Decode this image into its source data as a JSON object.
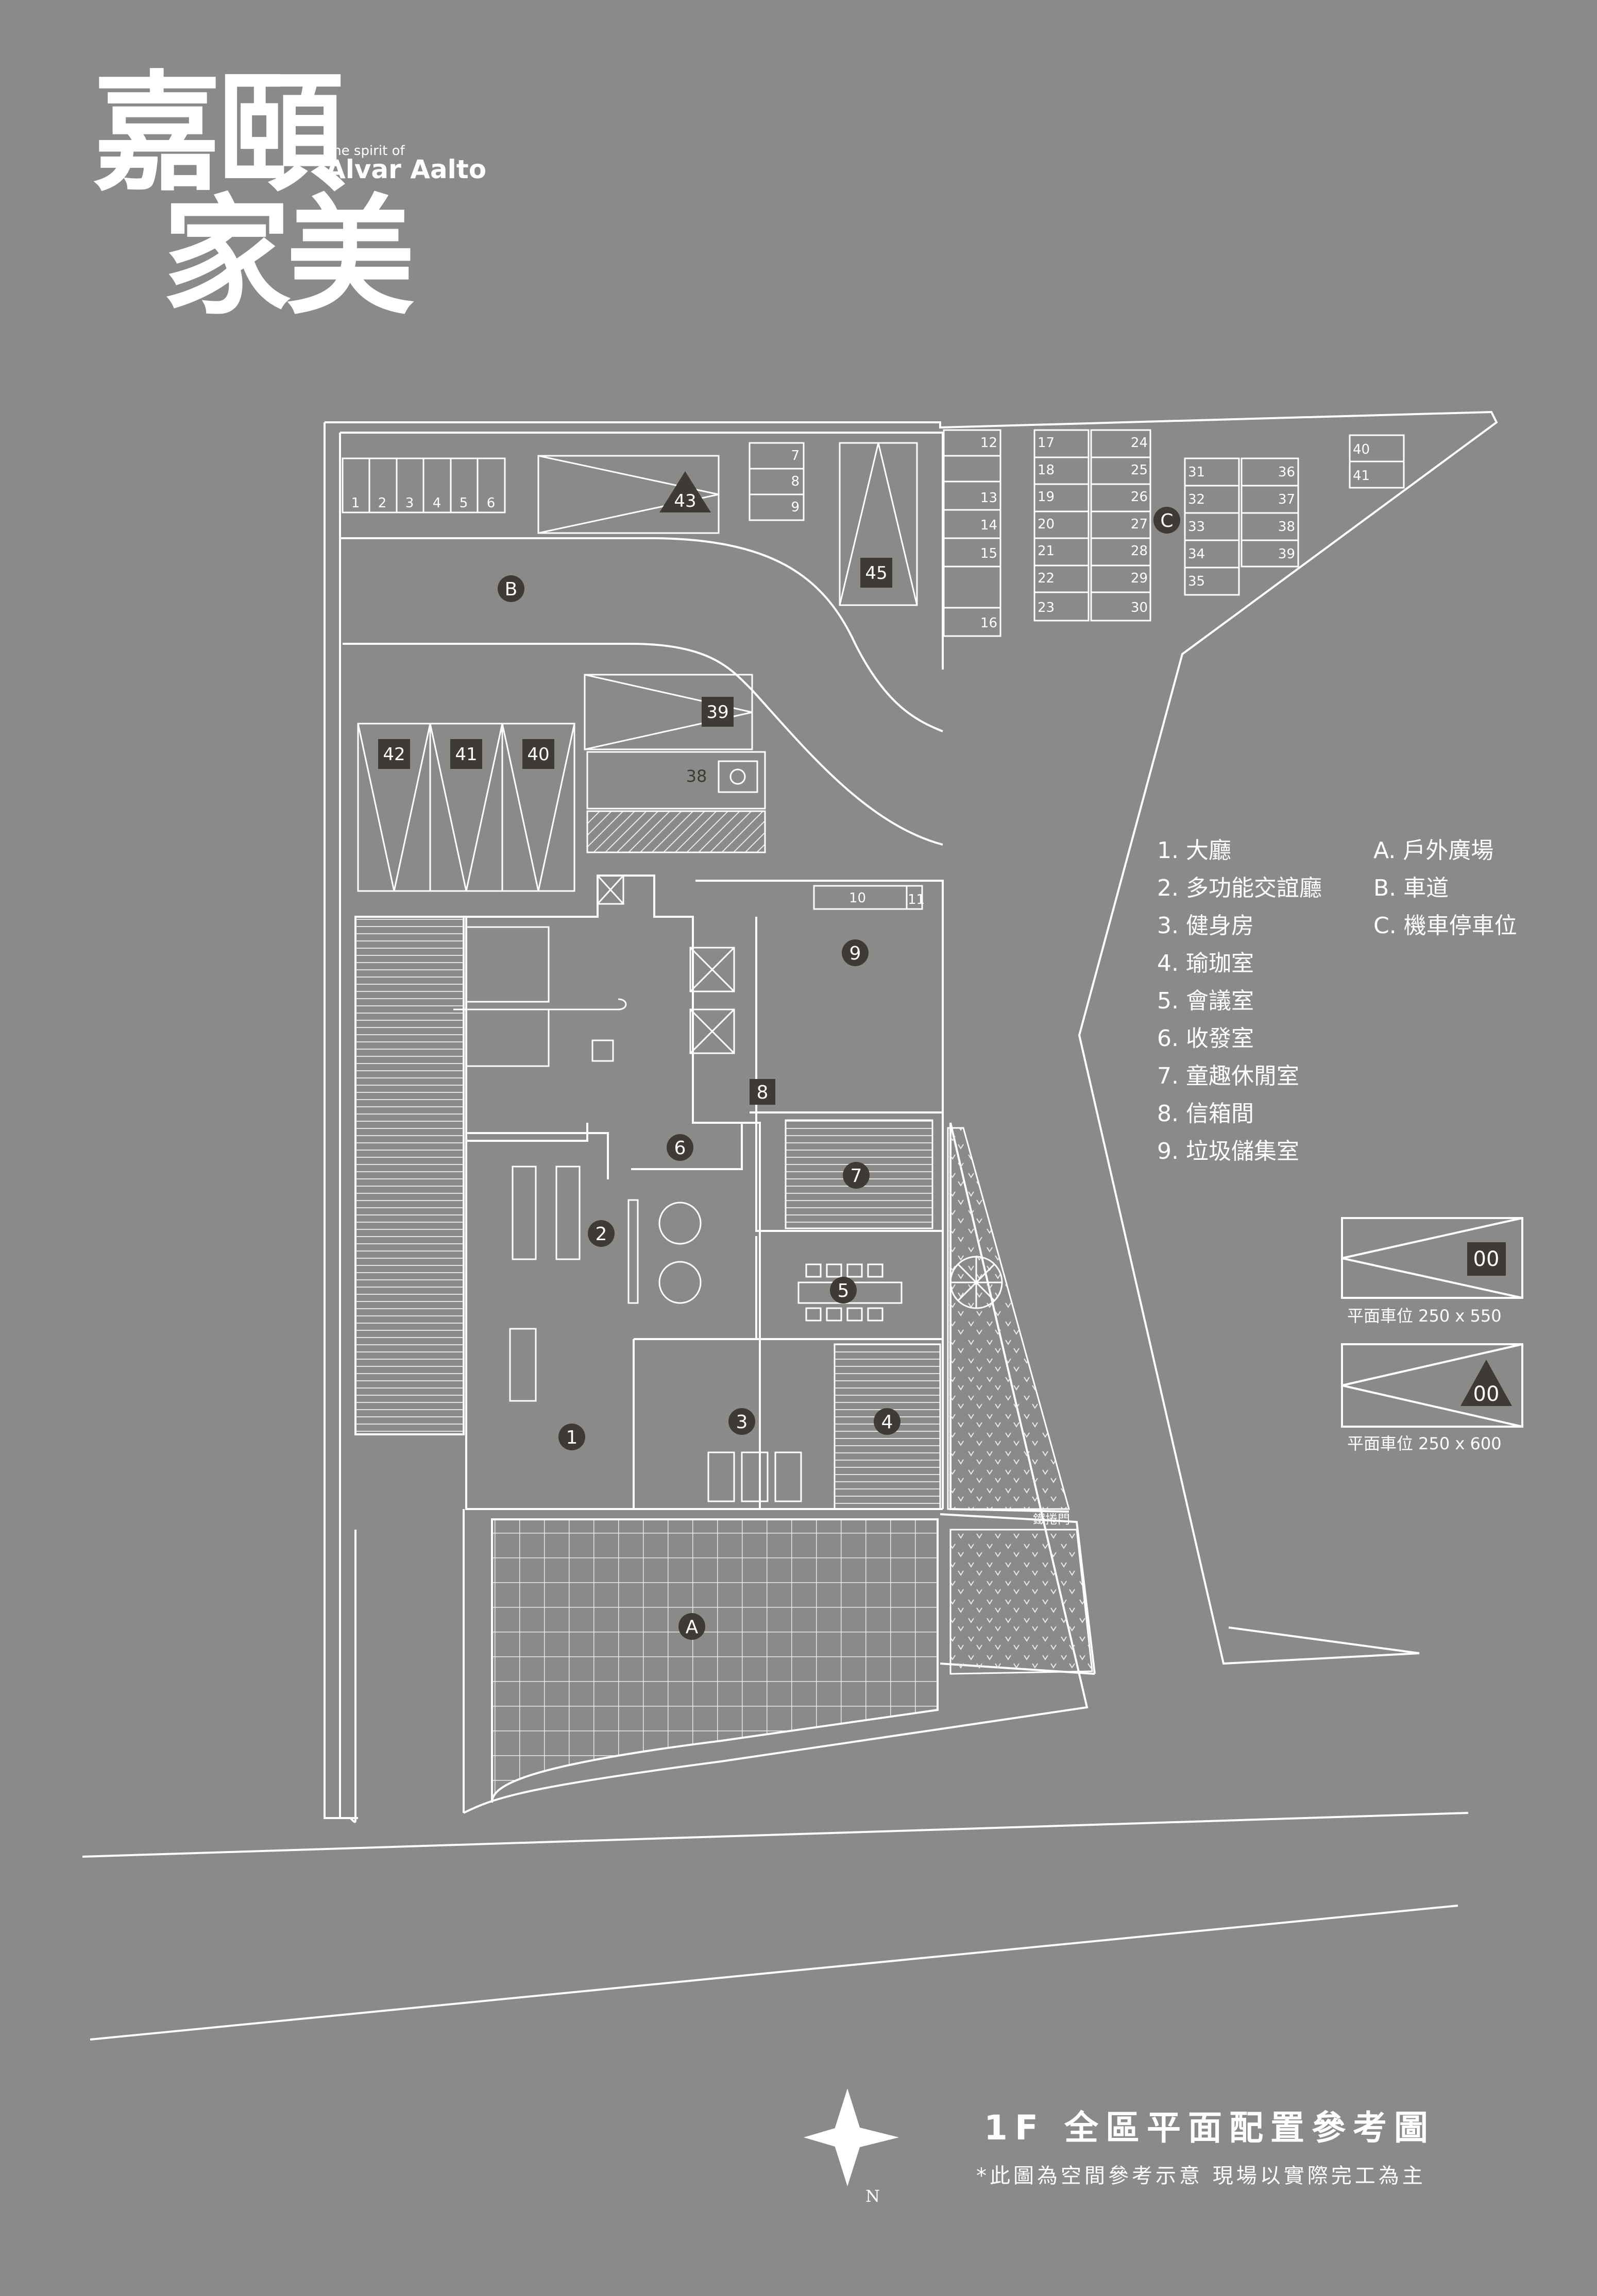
{
  "brand": {
    "name_line1": "嘉頤",
    "name_line2": "家美",
    "tagline_small": "the spirit of",
    "tagline": "Alvar Aalto"
  },
  "legend": {
    "rooms": [
      "1. 大廳",
      "2. 多功能交誼廳",
      "3. 健身房",
      "4. 瑜珈室",
      "5. 會議室",
      "6. 收發室",
      "7. 童趣休閒室",
      "8. 信箱間",
      "9. 垃圾儲集室"
    ],
    "zones": [
      "A. 戶外廣場",
      "B. 車道",
      "C. 機車停車位"
    ]
  },
  "parking_key": [
    {
      "label": "00",
      "caption": "平面車位 250 x 550"
    },
    {
      "label": "00",
      "caption": "平面車位 250 x 600"
    }
  ],
  "plan": {
    "zone_markers": [
      "A",
      "B",
      "C"
    ],
    "room_markers": [
      "1",
      "2",
      "3",
      "4",
      "5",
      "6",
      "7",
      "8",
      "9"
    ],
    "car_spaces_dark": [
      "39",
      "40",
      "41",
      "42",
      "45"
    ],
    "car_space_triangle": "43",
    "car_space_accessible": "38",
    "motorcycle_row_top": [
      "1",
      "2",
      "3",
      "4",
      "5",
      "6"
    ],
    "motorcycle_col_a": [
      "7",
      "8",
      "9"
    ],
    "motorcycle_col_b": [
      "12",
      "13",
      "14",
      "15",
      "16"
    ],
    "motorcycle_col_c": [
      "17",
      "18",
      "19",
      "20",
      "21",
      "22",
      "23"
    ],
    "motorcycle_col_d": [
      "24",
      "25",
      "26",
      "27",
      "28",
      "29",
      "30"
    ],
    "motorcycle_col_e": [
      "31",
      "32",
      "33",
      "34",
      "35"
    ],
    "motorcycle_col_f": [
      "36",
      "37",
      "38",
      "39"
    ],
    "motorcycle_col_g": [
      "40",
      "41"
    ],
    "bins": [
      "10",
      "11"
    ],
    "gate_label": "鐵捲門",
    "compass_label": "N"
  },
  "footer": {
    "title": "1F 全區平面配置參考圖",
    "note": "*此圖為空間參考示意 現場以實際完工為主"
  }
}
